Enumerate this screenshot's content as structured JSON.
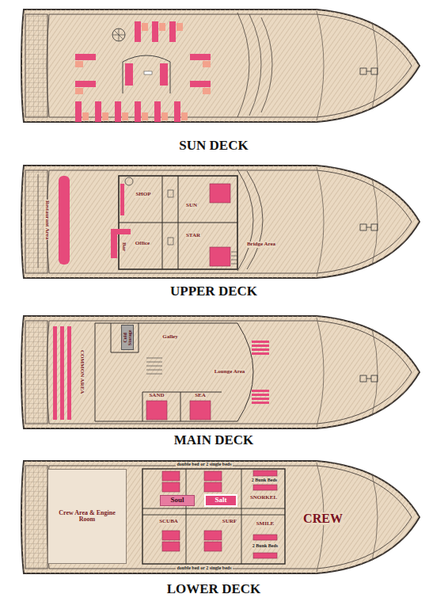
{
  "diagram": {
    "nodes": [
      {
        "text": [
          "Cold Storage"
        ]
      },
      {
        "text": [
          "Crew Area & Engine Room"
        ]
      },
      {
        "text": [
          "Soul"
        ]
      },
      {
        "text": [
          "Salt"
        ]
      }
    ],
    "labels": [
      "SUN DECK",
      "SHOP",
      "SUN",
      "Restaurant Area",
      "Bar",
      "Office",
      "STAR",
      "Bridge Area",
      "UPPER DECK",
      "COMMON AREA",
      "Galley",
      "Lounge Area",
      "SAND",
      "SEA",
      "MAIN DECK",
      "double bed or 2 single beds",
      "2 Bunk Beds",
      "SNORKEL",
      "CREW",
      "SCUBA",
      "SURF",
      "SMILE",
      "2 Bunk Beds",
      "double bed or 2 single beds",
      "LOWER DECK"
    ]
  }
}
